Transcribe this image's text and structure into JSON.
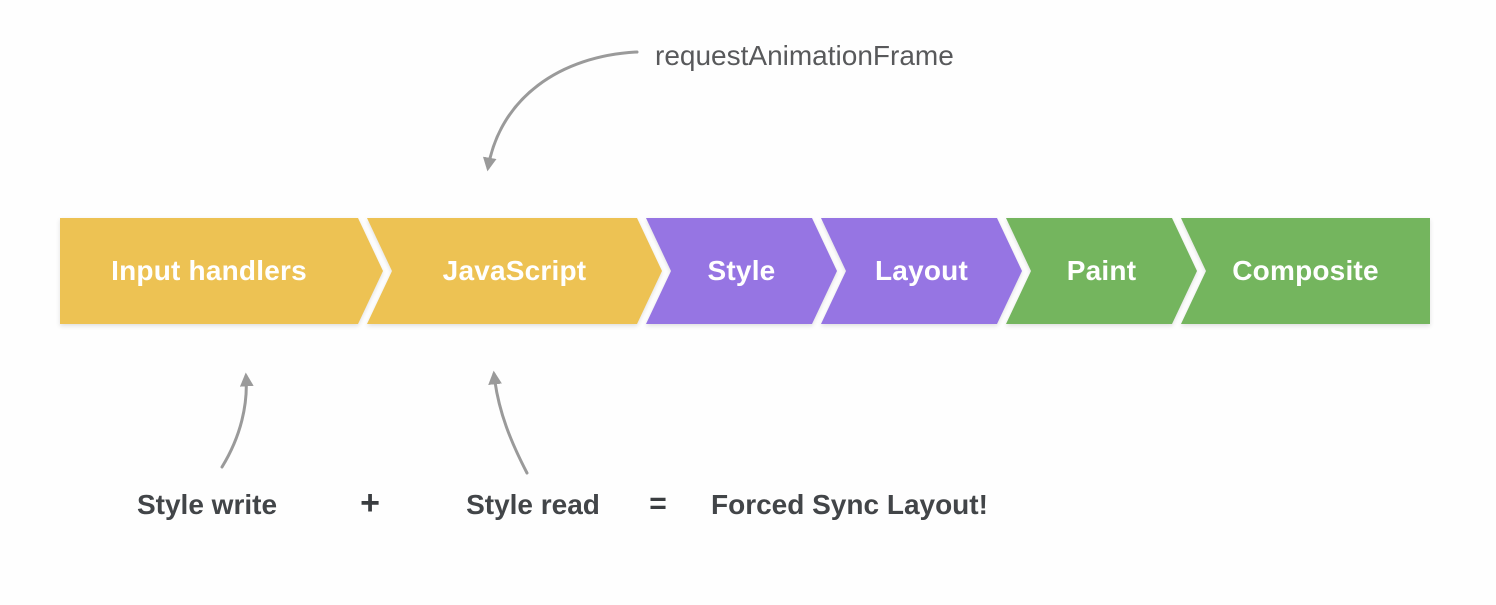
{
  "diagram": {
    "raf_annotation": "requestAnimationFrame",
    "pipeline": [
      {
        "label": "Input handlers",
        "color": "#edc253"
      },
      {
        "label": "JavaScript",
        "color": "#edc253"
      },
      {
        "label": "Style",
        "color": "#9675e3"
      },
      {
        "label": "Layout",
        "color": "#9675e3"
      },
      {
        "label": "Paint",
        "color": "#74b55e"
      },
      {
        "label": "Composite",
        "color": "#74b55e"
      }
    ],
    "equation": {
      "style_write": "Style write",
      "plus": "+",
      "style_read": "Style read",
      "equals": "=",
      "result": "Forced Sync Layout!"
    },
    "colors": {
      "javascript_phase": "#edc253",
      "render_phase": "#9675e3",
      "paint_phase": "#74b55e",
      "arrow": "#9a9a9a",
      "annotation_text": "#58595b",
      "equation_text": "#424548",
      "block_label_text": "#ffffff",
      "background": "#fefefe"
    }
  }
}
